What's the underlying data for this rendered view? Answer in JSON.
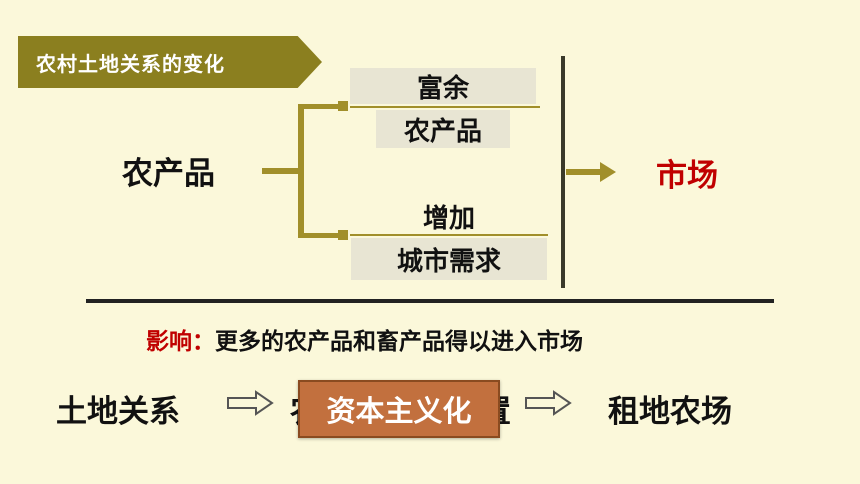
{
  "title": "农村土地关系的变化",
  "left_label": "农产品",
  "top_box": {
    "line1": "富余",
    "line2": "农产品"
  },
  "bottom_box": {
    "line1": "增加",
    "line2": "城市需求"
  },
  "market": "市场",
  "impact": {
    "label": "影响：",
    "text": "更多的农产品和畜产品得以进入市场"
  },
  "bottom_row": {
    "left": "土地关系",
    "covered_fragment": "农",
    "covered_fragment_right": "置",
    "highlight": "资本主义化",
    "right": "租地农场"
  },
  "colors": {
    "banner": "#8b7f1f",
    "accent_red": "#c00000",
    "highlight_bg": "#c2703e",
    "connector": "#a18f2a"
  }
}
